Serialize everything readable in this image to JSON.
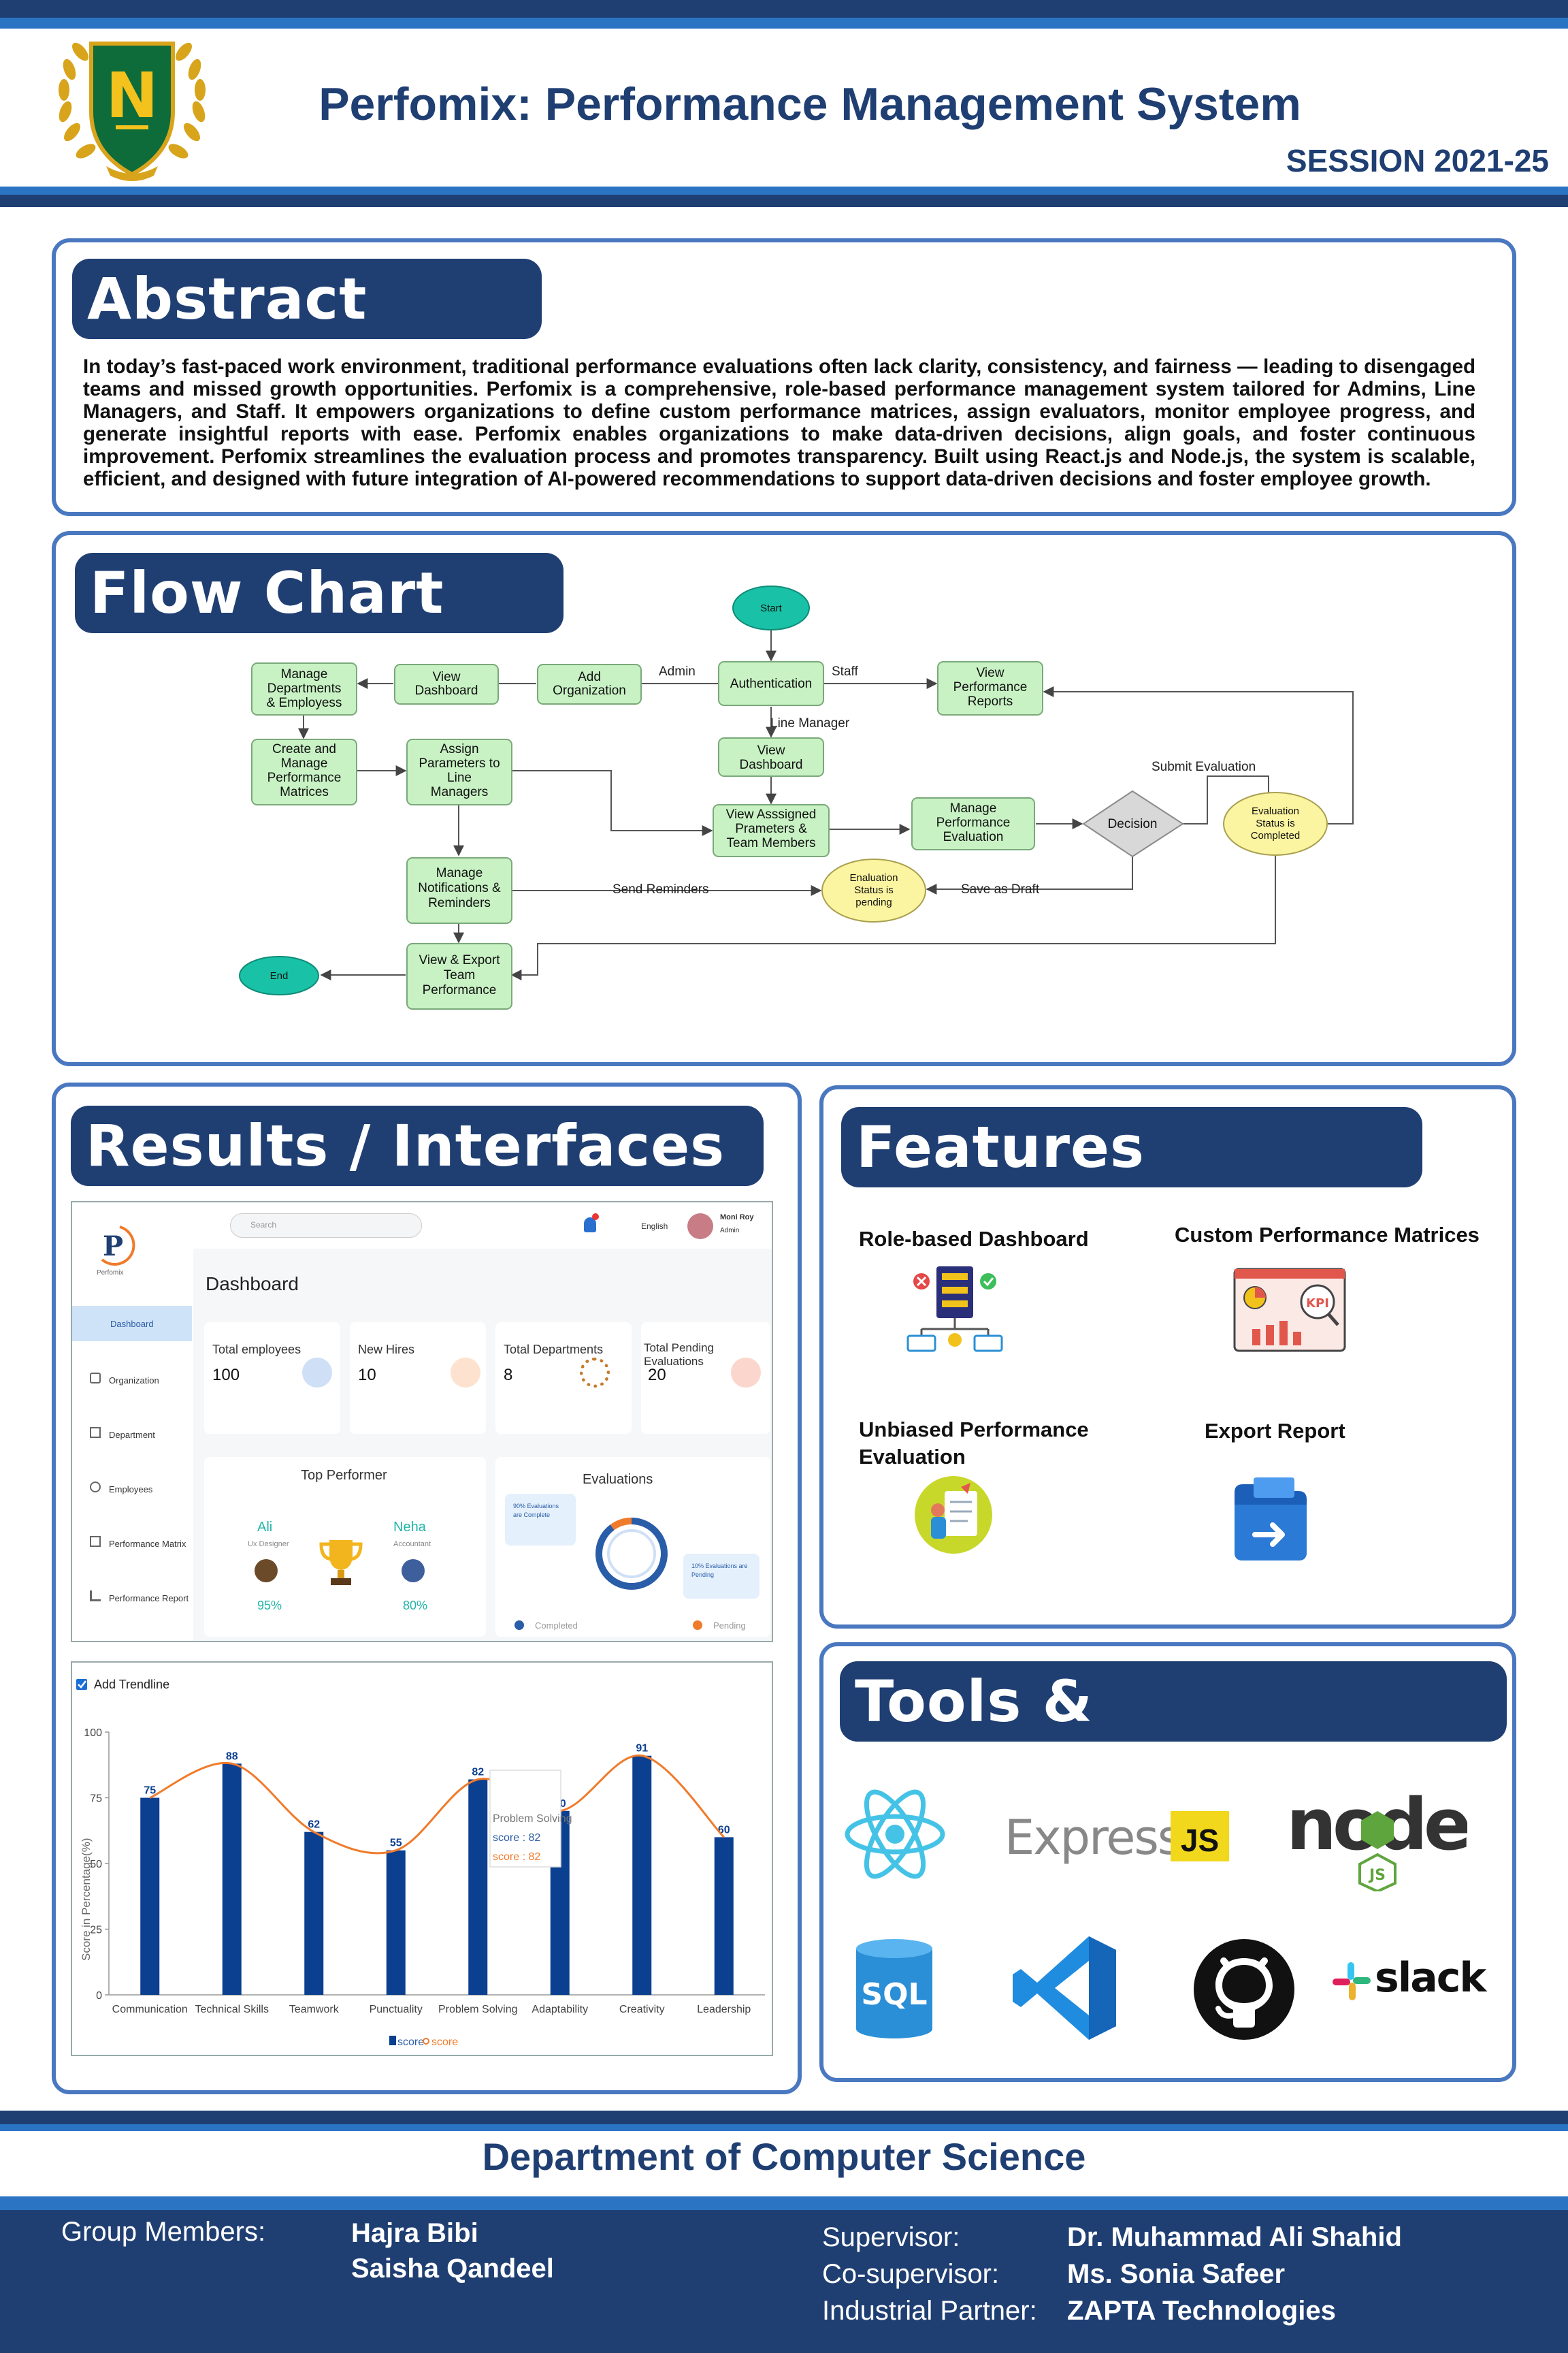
{
  "header": {
    "title": "Perfomix: Performance Management System",
    "session": "SESSION 2021-25",
    "logo_letter": "N"
  },
  "abstract": {
    "heading": "Abstract",
    "text": "In today’s fast-paced work environment, traditional performance evaluations often lack clarity, consistency, and fairness — leading to disengaged teams and missed growth opportunities. Perfomix is a comprehensive, role-based performance management system tailored for Admins, Line Managers, and Staff. It empowers organizations to define custom performance matrices, assign evaluators, monitor employee progress, and generate insightful reports with ease. Perfomix enables organizations to make data-driven decisions, align goals, and foster continuous improvement. Perfomix streamlines the evaluation process and promotes transparency. Built using React.js and Node.js, the system is scalable, efficient, and designed with future integration of AI-powered recommendations to support data-driven decisions and foster employee growth."
  },
  "flowchart": {
    "heading": "Flow Chart",
    "start": "Start",
    "end": "End",
    "authentication": "Authentication",
    "admin_label": "Admin",
    "staff_label": "Staff",
    "line_manager_label": "Line Manager",
    "add_org": [
      "Add",
      "Organization"
    ],
    "view_dash_admin": [
      "View",
      "Dashboard"
    ],
    "manage_dept": [
      "Manage",
      "Departments",
      "& Employess"
    ],
    "create_matrices": [
      "Create and",
      "Manage",
      "Performance",
      "Matrices"
    ],
    "assign_params": [
      "Assign",
      "Parameters to",
      "Line",
      "Managers"
    ],
    "manage_notif": [
      "Manage",
      "Notifications &",
      "Reminders"
    ],
    "view_export": [
      "View & Export",
      "Team",
      "Performance"
    ],
    "view_dash_lm": [
      "View",
      "Dashboard"
    ],
    "view_assigned": [
      "View Asssigned",
      "Prameters &",
      "Team Members"
    ],
    "manage_eval": [
      "Manage",
      "Performance",
      "Evaluation"
    ],
    "decision": "Decision",
    "view_reports": [
      "View",
      "Performance",
      "Reports"
    ],
    "eval_completed": [
      "Evaluation",
      "Status is",
      "Completed"
    ],
    "eval_pending": [
      "Enaluation",
      "Status is",
      "pending"
    ],
    "submit_label": "Submit Evaluation",
    "draft_label": "Save as Draft",
    "reminder_label": "Send Reminders"
  },
  "results": {
    "heading": "Results / Interfaces",
    "dashboard": {
      "logo_letter": "P",
      "logo_sub": "Perfomix",
      "search_placeholder": "Search",
      "language": "English",
      "user_name": "Moni Roy",
      "user_role": "Admin",
      "title": "Dashboard",
      "nav": [
        "Dashboard",
        "Organization",
        "Department",
        "Employees",
        "Performance Matrix",
        "Performance Report"
      ],
      "stats": [
        {
          "label": "Total employees",
          "value": "100"
        },
        {
          "label": "New Hires",
          "value": "10"
        },
        {
          "label": "Total Departments",
          "value": "8"
        },
        {
          "label": "Total Pending Evaluations",
          "value": "20"
        }
      ],
      "top_performer_title": "Top Performer",
      "performers": [
        {
          "name": "Ali",
          "role": "Ux Designer",
          "score": "95%"
        },
        {
          "name": "Neha",
          "role": "Accountant",
          "score": "80%"
        }
      ],
      "evaluations_title": "Evaluations",
      "eval_complete_note": "90% Evaluations are Complete",
      "eval_pending_note": "10% Evaluations are Pending",
      "legend_completed": "Completed",
      "legend_pending": "Pending",
      "colors": {
        "completed": "#2a5da8",
        "pending": "#f07b2b"
      }
    }
  },
  "chart_data": {
    "type": "bar",
    "toggle_label": "Add Trendline",
    "categories": [
      "Communication",
      "Technical Skills",
      "Teamwork",
      "Punctuality",
      "Problem Solving",
      "Adaptability",
      "Creativity",
      "Leadership"
    ],
    "series": [
      {
        "name": "score",
        "values": [
          75,
          88,
          62,
          55,
          82,
          70,
          91,
          60
        ],
        "color": "#0b3f8f"
      },
      {
        "name": "score",
        "values": [
          75,
          88,
          62,
          55,
          82,
          70,
          91,
          60
        ],
        "color": "#f07b2b",
        "style": "trendline"
      }
    ],
    "ylabel": "Score in Percentage(%)",
    "ylim": [
      0,
      100
    ],
    "yticks": [
      0,
      25,
      50,
      75,
      100
    ],
    "tooltip": {
      "title": "Problem Solving",
      "line1": "score : 82",
      "line2": "score : 82"
    },
    "legend": [
      "score",
      "score"
    ]
  },
  "features": {
    "heading": "Features",
    "items": [
      "Role-based Dashboard",
      "Custom Performance Matrices",
      "Unbiased Performance Evaluation",
      "Export Report"
    ],
    "kpi_text": "KPI"
  },
  "tools": {
    "heading": "Tools & Technologies",
    "express": "Express",
    "js": "JS",
    "node": "node",
    "node_js": "JS",
    "sql": "SQL",
    "slack": "slack"
  },
  "footer": {
    "department": "Department of Computer Science",
    "group_label": "Group Members:",
    "members": [
      "Hajra Bibi",
      "Saisha Qandeel"
    ],
    "supervisor_label": "Supervisor:",
    "supervisor": "Dr. Muhammad Ali Shahid",
    "cosupervisor_label": "Co-supervisor:",
    "cosupervisor": "Ms. Sonia Safeer",
    "partner_label": "Industrial Partner:",
    "partner": "ZAPTA Technologies"
  }
}
